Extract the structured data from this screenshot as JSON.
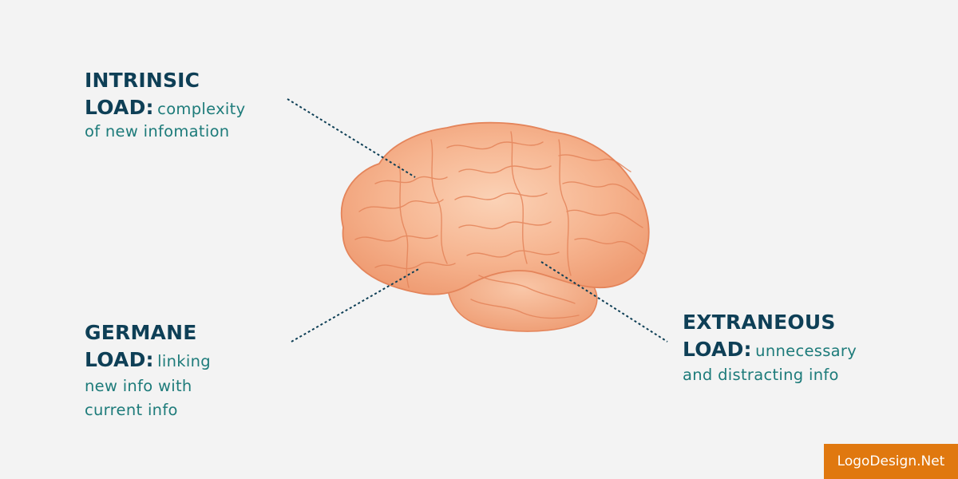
{
  "labels": {
    "intrinsic": {
      "term_line1": "INTRINSIC",
      "term_line2": "LOAD:",
      "desc_line1": "complexity",
      "desc_line2": "of new infomation"
    },
    "germane": {
      "term_line1": "GERMANE",
      "term_line2": "LOAD:",
      "desc_line1": "linking",
      "desc_line2": "new info with",
      "desc_line3": "current info"
    },
    "extraneous": {
      "term_line1": "EXTRANEOUS",
      "term_line2": "LOAD:",
      "desc_line1": "unnecessary",
      "desc_line2": "and distracting info"
    }
  },
  "watermark": {
    "text": "LogoDesign.Net"
  },
  "colors": {
    "background": "#f3f3f3",
    "term": "#0e3f56",
    "description": "#1d7b7a",
    "brain_fill": "#f6b48f",
    "brain_stroke": "#e4845a",
    "connector": "#0e3f56",
    "badge": "#e0780f"
  },
  "icons": {
    "central_image": "brain-illustration"
  }
}
